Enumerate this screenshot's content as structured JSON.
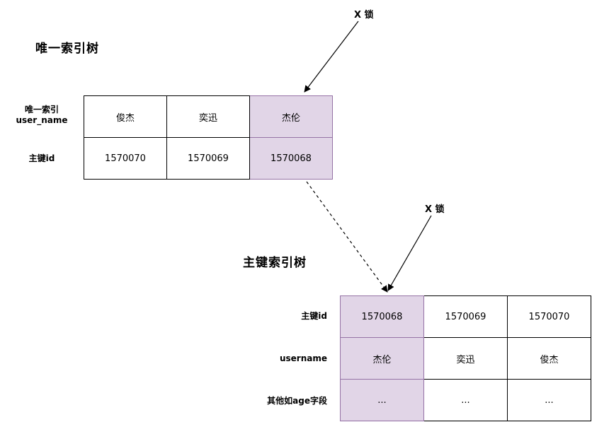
{
  "diagram": {
    "unique_tree": {
      "title": "唯一索引树",
      "lock_label": "X 锁",
      "row_label_1": "唯一索引\nuser_name",
      "row_label_2": "主键id",
      "rows": [
        [
          "俊杰",
          "奕迅",
          "杰伦"
        ],
        [
          "1570070",
          "1570069",
          "1570068"
        ]
      ]
    },
    "primary_tree": {
      "title": "主键索引树",
      "lock_label": "X 锁",
      "row_labels": [
        "主键id",
        "username",
        "其他如age字段"
      ],
      "rows": [
        [
          "1570068",
          "1570069",
          "1570070"
        ],
        [
          "杰伦",
          "奕迅",
          "俊杰"
        ],
        [
          "...",
          "...",
          "..."
        ]
      ]
    },
    "colors": {
      "highlight_fill": "#E1D5E7",
      "highlight_border": "#9673A6",
      "cell_border": "#000000"
    }
  }
}
